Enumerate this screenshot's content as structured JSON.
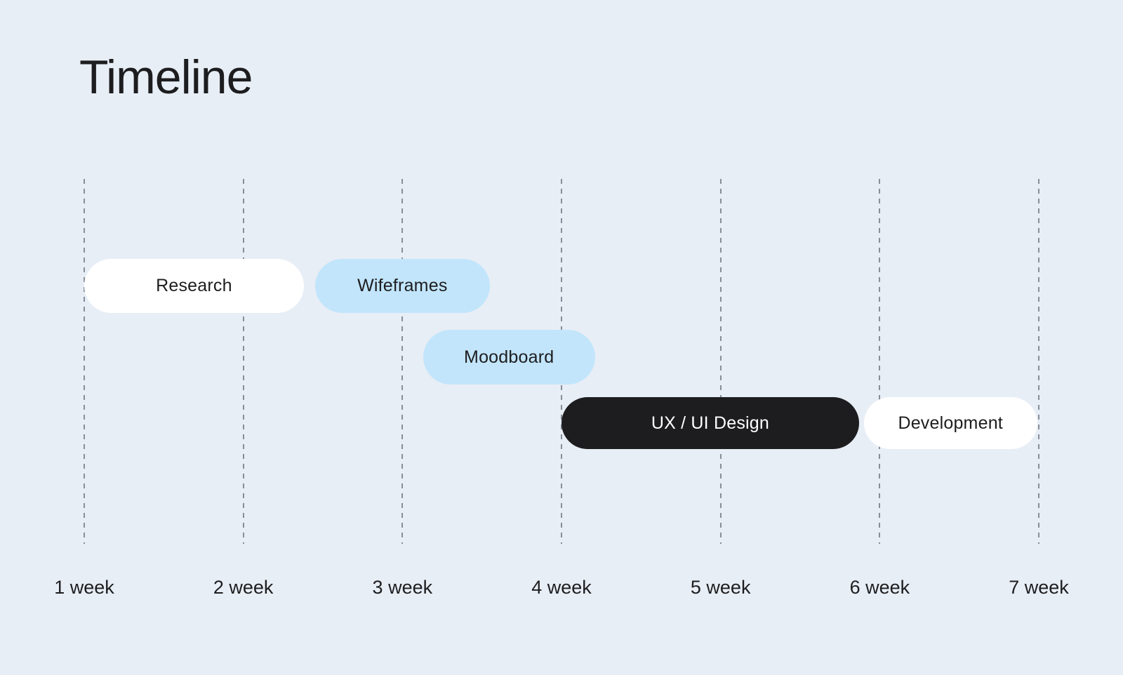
{
  "page": {
    "title": "Timeline",
    "background": "#E8EEF6"
  },
  "colors": {
    "background": "#E8EEF6",
    "text_dark": "#1D1D1F",
    "gridline": "#878E99",
    "pill_white": "#FFFFFF",
    "pill_blue": "#C2E5FB",
    "pill_dark": "#1D1D1F",
    "pill_text_on_dark": "#FFFFFF"
  },
  "chart_data": {
    "type": "bar",
    "subtype": "gantt-timeline",
    "title": "Timeline",
    "xlabel": "",
    "ylabel": "",
    "x_axis": {
      "unit": "week",
      "min": 1,
      "max": 7,
      "ticks": [
        1,
        2,
        3,
        4,
        5,
        6,
        7
      ],
      "grid": "dashed-vertical"
    },
    "tick_labels": [
      "1 week",
      "2 week",
      "3 week",
      "4 week",
      "5 week",
      "6 week",
      "7 week"
    ],
    "legend": "none",
    "tasks": [
      {
        "label": "Research",
        "start_week": 1.0,
        "end_week": 2.38,
        "row": 0,
        "style": "white"
      },
      {
        "label": "Wifeframes",
        "start_week": 2.45,
        "end_week": 3.55,
        "row": 0,
        "style": "blue"
      },
      {
        "label": "Moodboard",
        "start_week": 3.13,
        "end_week": 4.21,
        "row": 1,
        "style": "blue"
      },
      {
        "label": "UX / UI Design",
        "start_week": 4.0,
        "end_week": 5.87,
        "row": 2,
        "style": "dark"
      },
      {
        "label": "Development",
        "start_week": 5.9,
        "end_week": 6.99,
        "row": 2,
        "style": "white"
      }
    ]
  }
}
